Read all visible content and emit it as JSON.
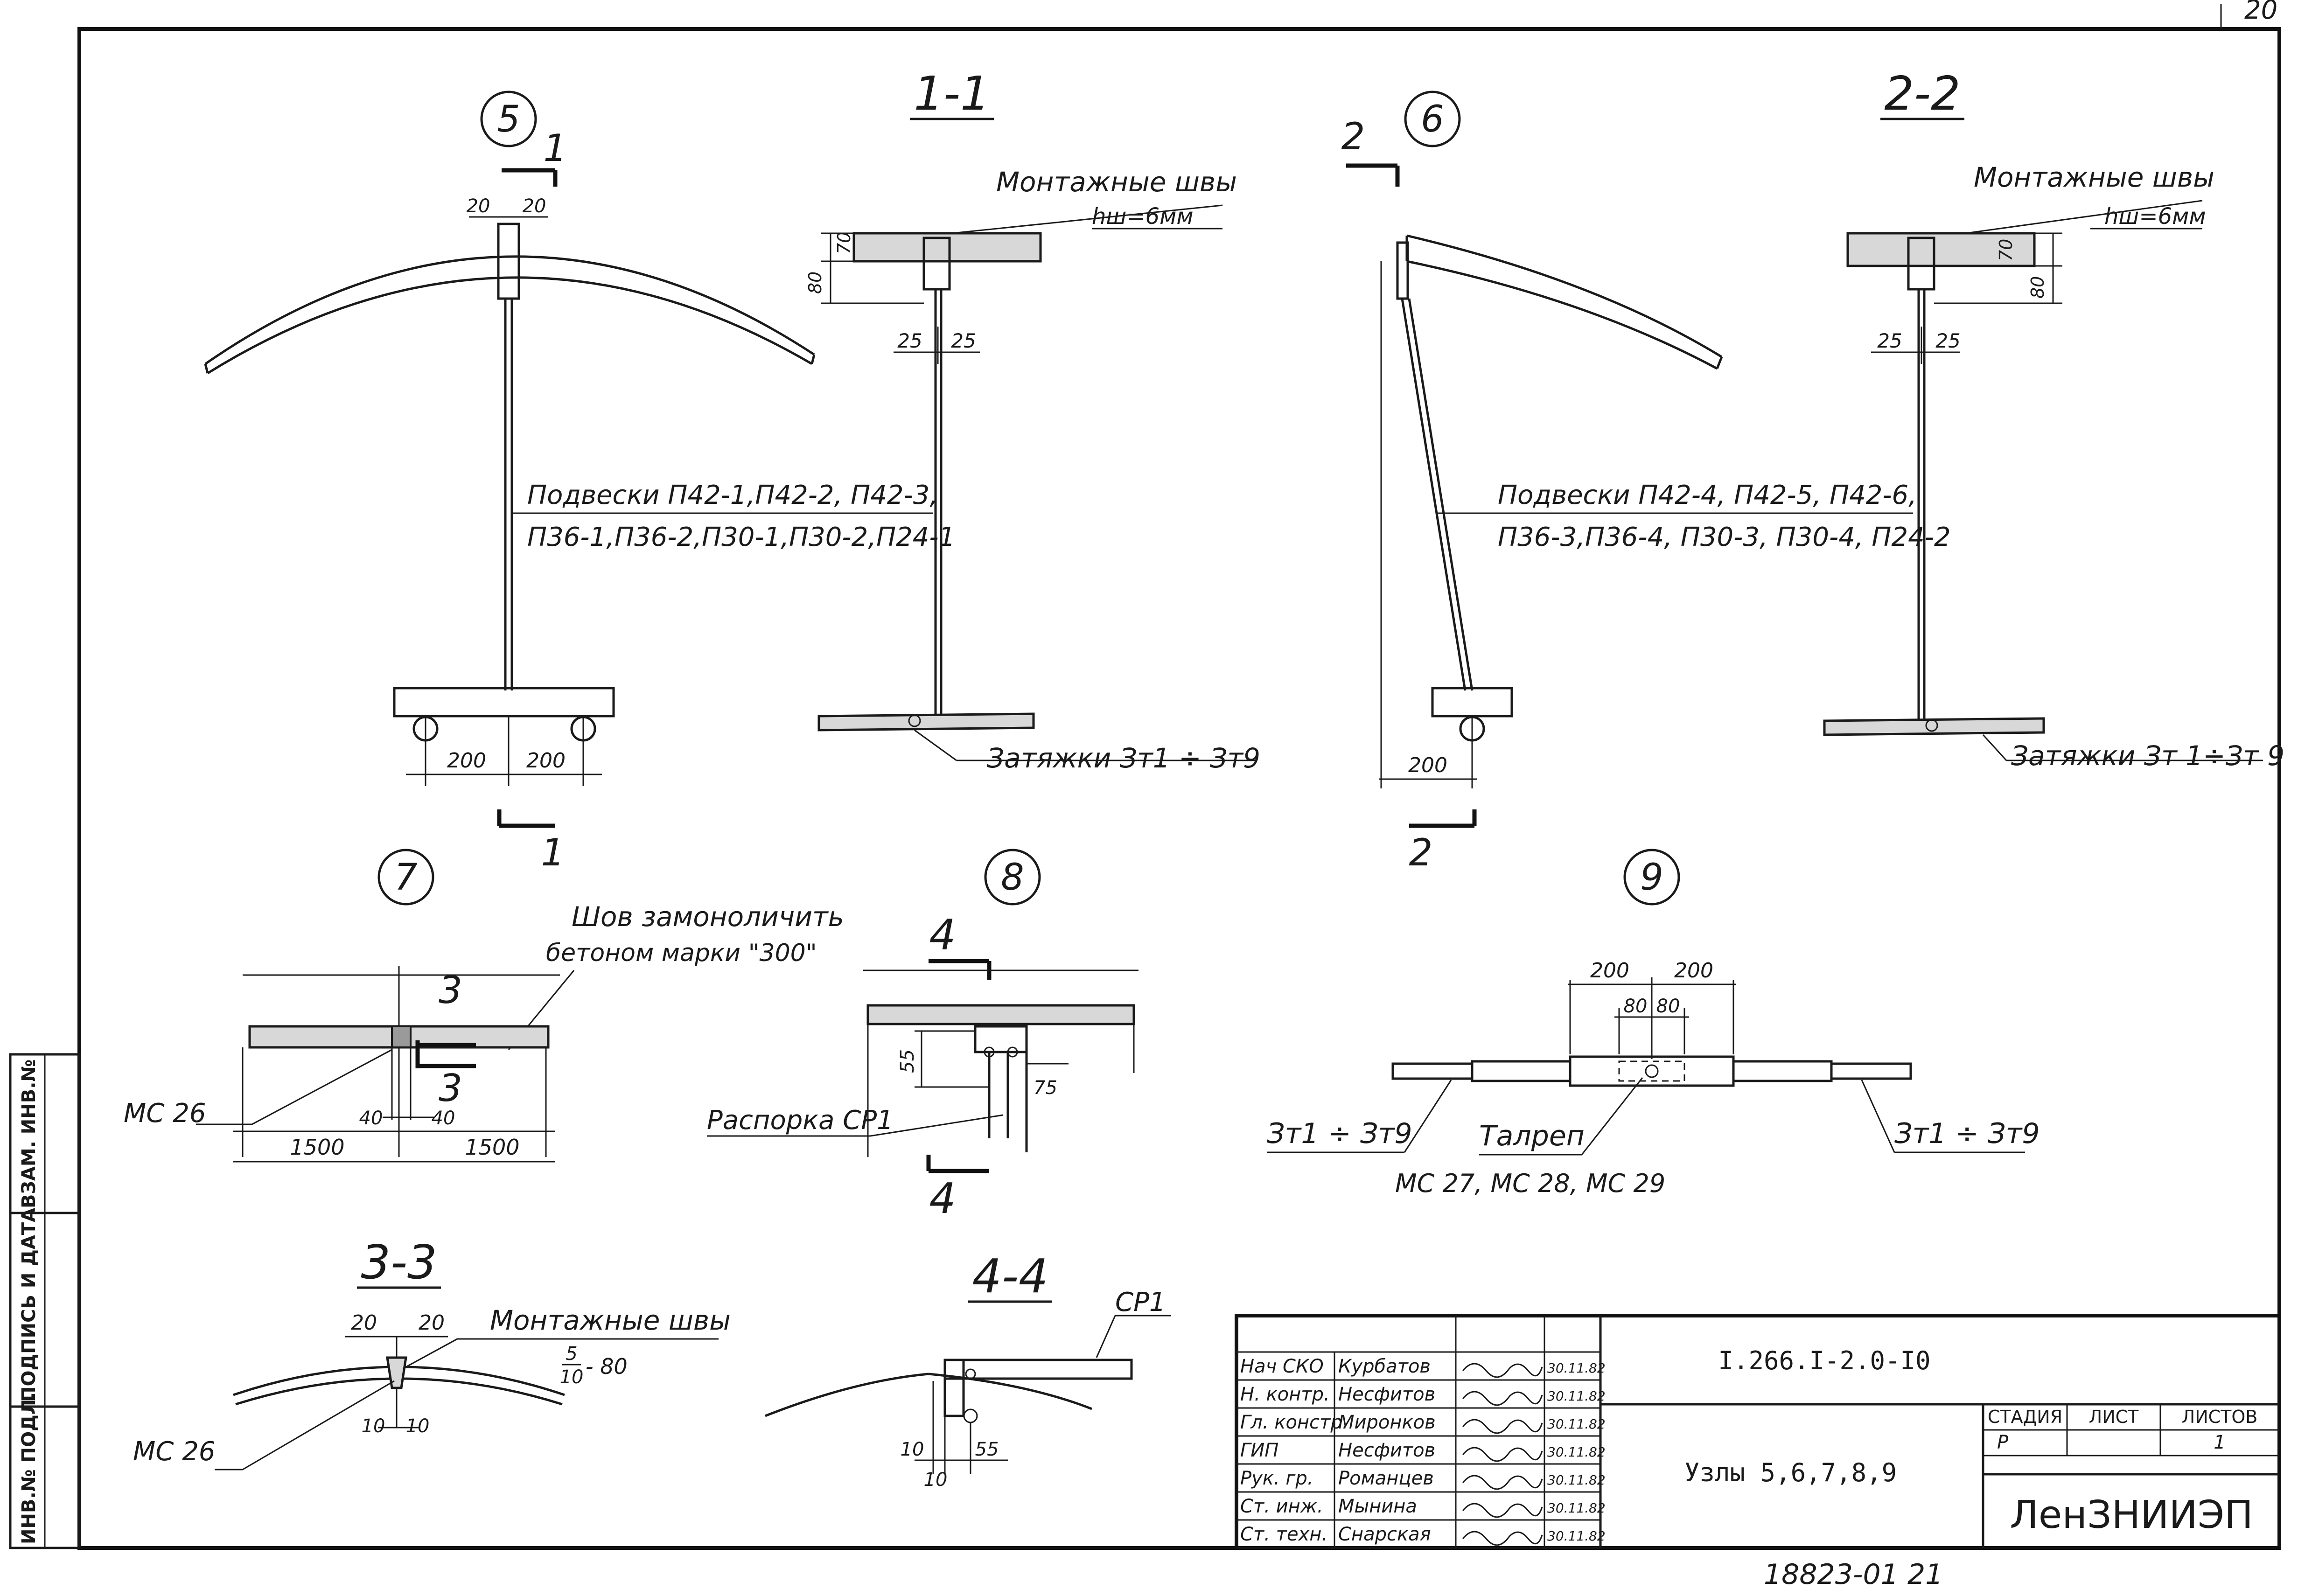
{
  "sheet": {
    "corner_number": "20",
    "bottom_code": "18823-01  21"
  },
  "side_stamp": {
    "inv_podl": "ИНВ.№ ПОДЛ.",
    "podpis_data": "ПОДПИСЬ И ДАТА",
    "vzam_inv": "ВЗАМ. ИНВ.№"
  },
  "node5": {
    "number": "5",
    "cut_label_top": "1",
    "cut_label_bottom": "1",
    "dim_top_left": "20",
    "dim_top_right": "20",
    "dim_bottom_left": "200",
    "dim_bottom_right": "200"
  },
  "section11": {
    "title": "1-1",
    "weld_label": "Монтажные швы",
    "weld_size": "hш=6мм",
    "dim_70": "70",
    "dim_80": "80",
    "dim_25_left": "25",
    "dim_25_right": "25",
    "hangers_line1": "Подвески П42-1,П42-2, П42-3,",
    "hangers_line2": "П36-1,П36-2,П30-1,П30-2,П24-1",
    "ties": "Затяжки Зт1 ÷ Зт9"
  },
  "node6": {
    "number": "6",
    "cut_label_top": "2",
    "cut_label_bottom": "2",
    "dim_200": "200"
  },
  "section22": {
    "title": "2-2",
    "weld_label": "Монтажные швы",
    "weld_size": "hш=6мм",
    "dim_70": "70",
    "dim_80": "80",
    "dim_25_left": "25",
    "dim_25_right": "25",
    "hangers_line1": "Подвески П42-4, П42-5, П42-6,",
    "hangers_line2": "П36-3,П36-4, П30-3, П30-4, П24-2",
    "ties": "Затяжки Зт 1÷Зт 9"
  },
  "node7": {
    "number": "7",
    "note_line1": "Шов замоноличить",
    "note_line2": "бетоном марки \"300\"",
    "cut_label": "3",
    "cut_label_bottom": "3",
    "part": "МС 26",
    "dim_40_left": "40",
    "dim_40_right": "40",
    "dim_1500_left": "1500",
    "dim_1500_right": "1500"
  },
  "node8": {
    "number": "8",
    "cut_label_top": "4",
    "cut_label_bottom": "4",
    "dim_55": "55",
    "dim_75": "75",
    "strut": "Распорка СР1"
  },
  "node9": {
    "number": "9",
    "dim_200_left": "200",
    "dim_200_right": "200",
    "dim_80_left": "80",
    "dim_80_right": "80",
    "tie_left": "Зт1 ÷ Зт9",
    "tie_right": "Зт1 ÷ Зт9",
    "turnbuckle": "Талреп",
    "turnbuckle_parts": "МС 27, МС 28, МС 29"
  },
  "section33": {
    "title": "3-3",
    "dim_20_left": "20",
    "dim_20_right": "20",
    "weld_label": "Монтажные швы",
    "weld_num": "5",
    "weld_den": "10",
    "weld_len": "- 80",
    "dim_10_left": "10",
    "dim_10_right": "10",
    "part": "МС 26"
  },
  "section44": {
    "title": "4-4",
    "part": "СР1",
    "dim_10_a": "10",
    "dim_10_b": "10",
    "dim_55": "55"
  },
  "title_block": {
    "staff": [
      {
        "role": "Нач СКО",
        "name": "Курбатов",
        "date": "30.11.82"
      },
      {
        "role": "Н. контр.",
        "name": "Несфитов",
        "date": "30.11.82"
      },
      {
        "role": "Гл. констр.",
        "name": "Миронков",
        "date": "30.11.82"
      },
      {
        "role": "ГИП",
        "name": "Несфитов",
        "date": "30.11.82"
      },
      {
        "role": "Рук. гр.",
        "name": "Романцев",
        "date": "30.11.82"
      },
      {
        "role": "Ст. инж.",
        "name": "Мынина",
        "date": "30.11.82"
      },
      {
        "role": "Ст. техн.",
        "name": "Снарская",
        "date": "30.11.82"
      }
    ],
    "document_code": "I.266.I-2.0-I0",
    "sheet_title": "Узлы 5,6,7,8,9",
    "stage_header": "СТАДИЯ",
    "sheet_header": "ЛИСТ",
    "sheets_header": "ЛИСТОВ",
    "stage_value": "Р",
    "sheet_value": "",
    "sheets_value": "1",
    "organization": "ЛенЗНИИЭП"
  }
}
